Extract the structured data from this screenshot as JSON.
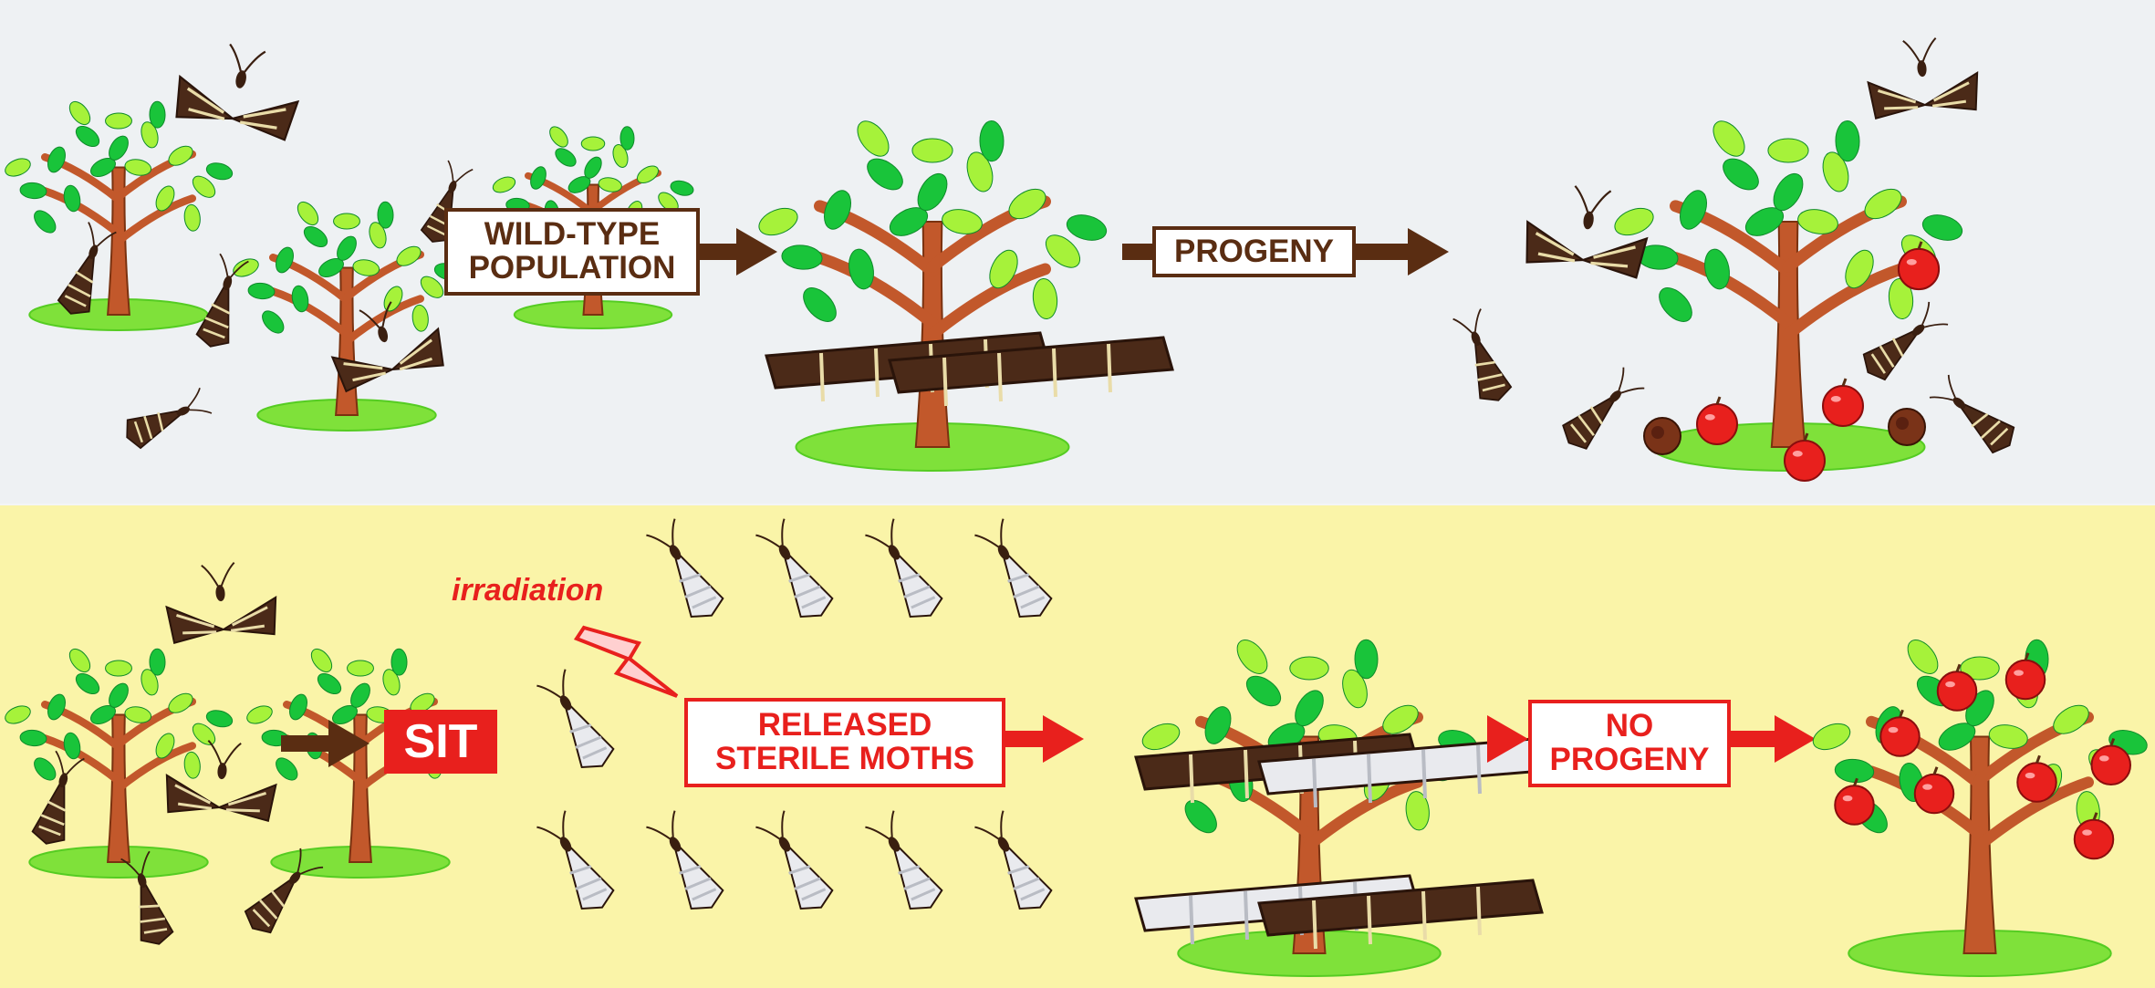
{
  "top": {
    "label_wildtype": "WILD-TYPE\nPOPULATION",
    "label_progeny": "PROGENY"
  },
  "bottom": {
    "label_sit": "SIT",
    "label_irradiation": "irradiation",
    "label_released": "RELEASED\nSTERILE MOTHS",
    "label_no_progeny": "NO\nPROGENY"
  },
  "colors": {
    "brown_arrow": "#5a2d12",
    "red_accent": "#e8201d",
    "top_bg": "#eef1f3",
    "bottom_bg": "#faf4a8",
    "trunk": "#c2582b",
    "leaf_dark": "#19c43a",
    "leaf_light": "#a6f23a",
    "grass": "#7fe13a",
    "moth_wild": "#4b2a18",
    "moth_sterile": "#e9eaee",
    "apple": "#e8201d"
  },
  "icons": [
    "tree-icon",
    "moth-icon",
    "sterile-moth-icon",
    "apple-icon",
    "lightning-icon",
    "arrow-icon"
  ]
}
